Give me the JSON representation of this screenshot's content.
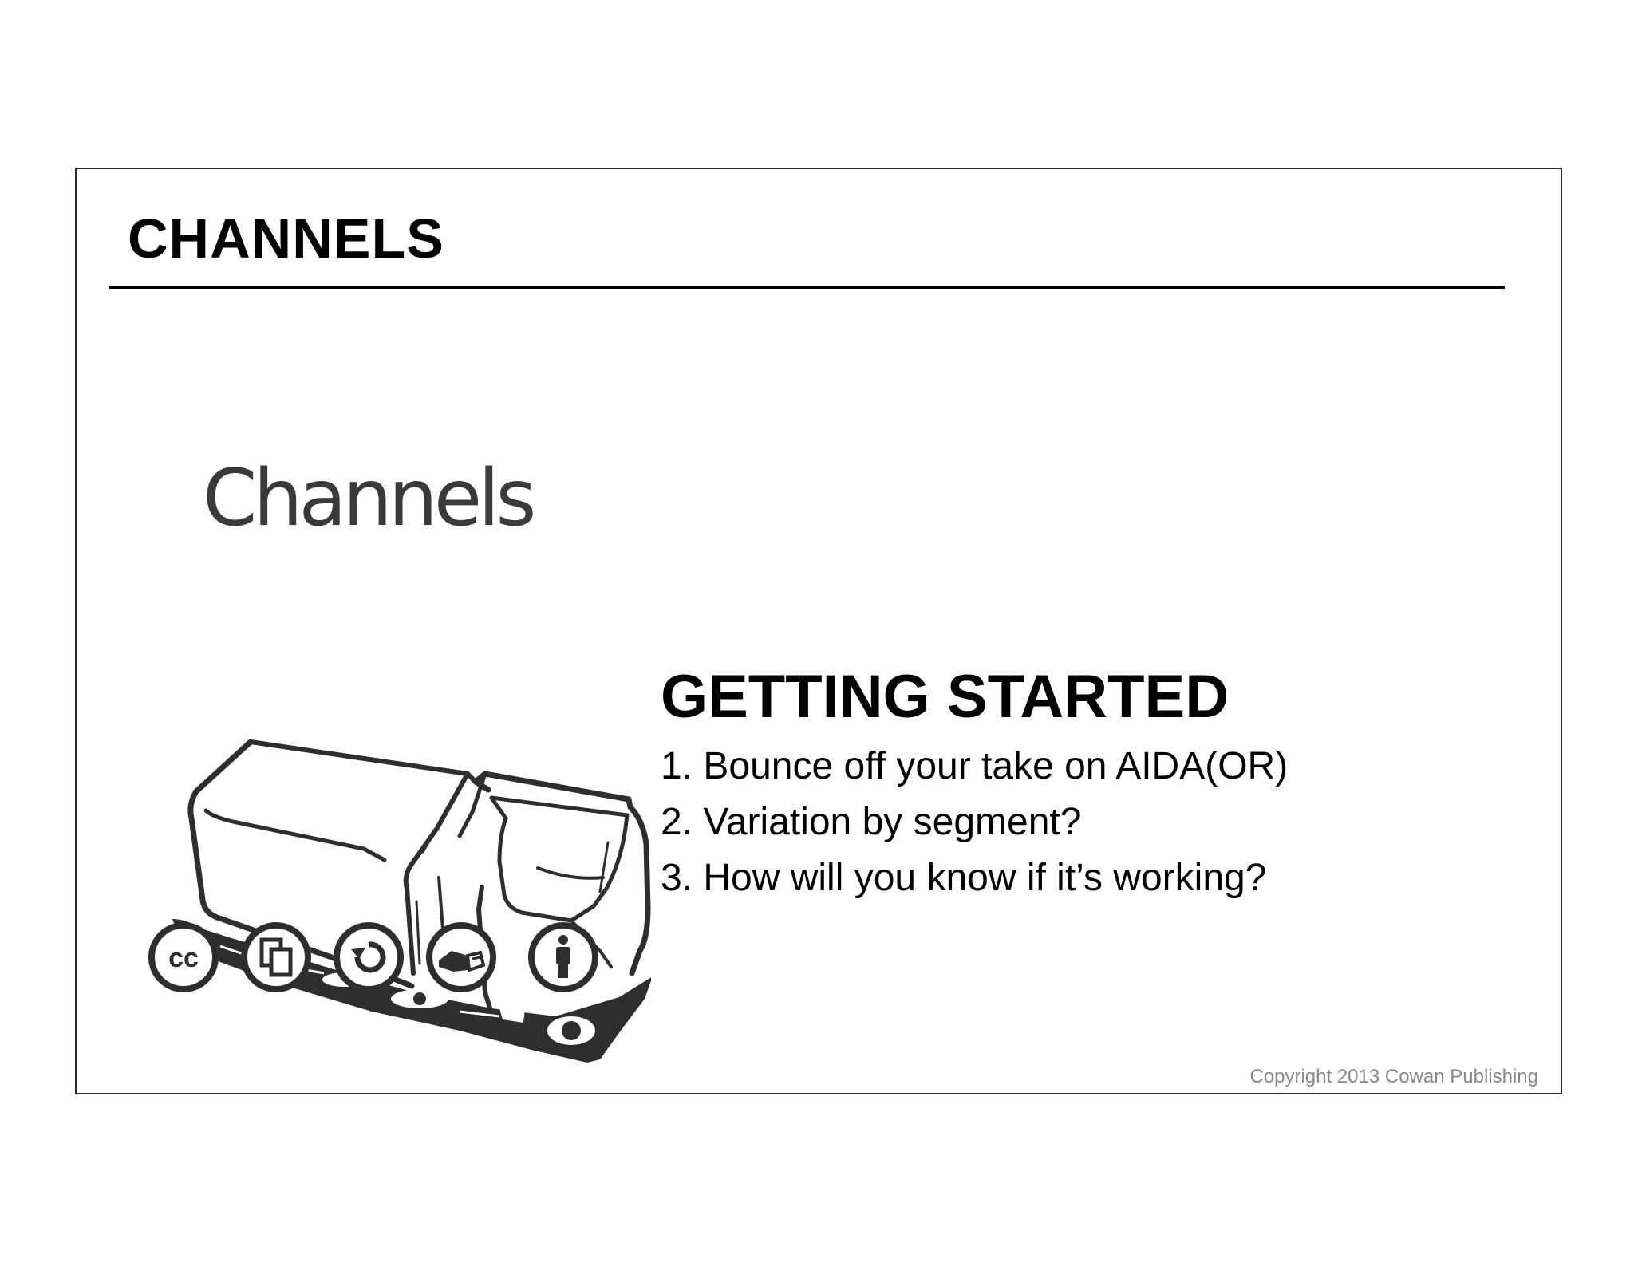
{
  "slide": {
    "title": "CHANNELS",
    "canvas_heading": "Channels",
    "truck_icon": "delivery-truck-icon",
    "license_icons": [
      "cc-icon",
      "share-icon",
      "remix-icon",
      "noncommercial-icon",
      "attribution-icon"
    ],
    "license_icon_labels": {
      "cc": "cc"
    },
    "getting_started": {
      "title": "GETTING STARTED",
      "items": [
        "1. Bounce off your take on AIDA(OR)",
        "2. Variation by segment?",
        "3. How will you know if it’s working?"
      ]
    },
    "copyright": "Copyright 2013 Cowan Publishing"
  },
  "colors": {
    "ink": "#000000",
    "heading_gray": "#3a3a3a",
    "icon_dark": "#2e2e2e",
    "footer_gray": "#888888",
    "background": "#ffffff"
  }
}
